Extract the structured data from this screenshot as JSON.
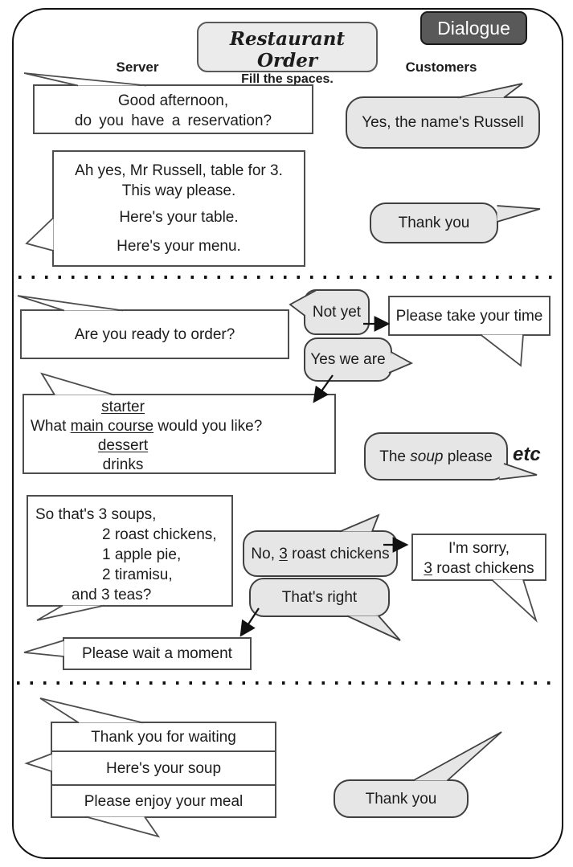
{
  "page": {
    "badge": "Dialogue",
    "title": "Restaurant Order",
    "subtitle": "Fill the spaces.",
    "left_column": "Server",
    "right_column": "Customers",
    "etc": "etc"
  },
  "server": {
    "greeting": {
      "l1": "Good afternoon,",
      "l2": "do you have a reservation?"
    },
    "table": {
      "l1": "Ah yes, Mr Russell, table for 3.",
      "l2": "This way please.",
      "l3": "Here's your table.",
      "l4": "Here's your menu."
    },
    "ready": "Are you ready to order?",
    "take_time": "Please take your time",
    "course": {
      "starter": "starter",
      "q_pre": "What ",
      "q_u": "main course",
      "q_post": " would you like?",
      "dessert": "dessert",
      "drinks": "drinks"
    },
    "confirm": {
      "l1": "So that's 3 soups,",
      "l2": "2 roast chickens,",
      "l3": "1 apple pie,",
      "l4": "2 tiramisu,",
      "l5": "and 3 teas?"
    },
    "sorry": {
      "l1": "I'm sorry,",
      "l2_u": "3",
      "l2_post": " roast chickens"
    },
    "wait": "Please wait a moment",
    "serve": {
      "l1": "Thank you for waiting",
      "l2": "Here's your soup",
      "l3": "Please enjoy your meal"
    }
  },
  "customers": {
    "reservation": "Yes, the name's Russell",
    "thanks1": "Thank you",
    "not_yet": "Not yet",
    "yes_we_are": "Yes we are",
    "soup": {
      "pre": "The ",
      "it": "soup",
      "post": " please"
    },
    "correction": {
      "pre": "No, ",
      "u": "3",
      "post": " roast chickens"
    },
    "thats_right": "That's right",
    "thanks2": "Thank you"
  },
  "colors": {
    "bubble_gray": "#e6e6e6",
    "badge_bg": "#595959",
    "box_border": "#4d4d4d",
    "page_border": "#111111"
  }
}
